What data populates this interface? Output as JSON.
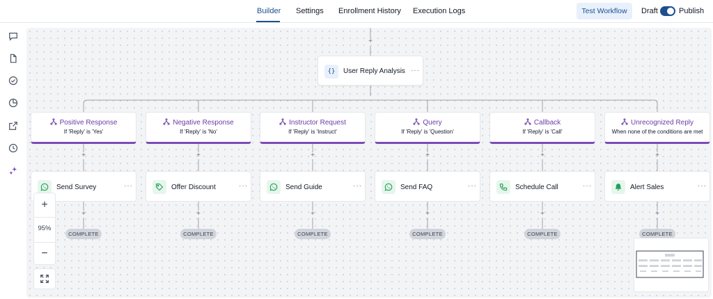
{
  "header": {
    "tabs": [
      {
        "label": "Builder",
        "active": true
      },
      {
        "label": "Settings"
      },
      {
        "label": "Enrollment History"
      },
      {
        "label": "Execution Logs"
      }
    ],
    "test_button": "Test Workflow",
    "draft_label": "Draft",
    "publish_label": "Publish",
    "publish_toggle_on": true
  },
  "sidebar": {
    "icons": [
      "chat-icon",
      "document-icon",
      "check-circle-icon",
      "pie-chart-icon",
      "external-link-icon",
      "history-icon",
      "sparkles-icon"
    ]
  },
  "root": {
    "label": "User Reply Analysis",
    "icon": "{}"
  },
  "branches": [
    {
      "title": "Positive Response",
      "condition": "If 'Reply' is 'Yes'",
      "action": "Send Survey",
      "action_icon": "whatsapp-icon",
      "end": "COMPLETE"
    },
    {
      "title": "Negative Response",
      "condition": "If 'Reply' is 'No'",
      "action": "Offer Discount",
      "action_icon": "tag-icon",
      "end": "COMPLETE"
    },
    {
      "title": "Instructor Request",
      "condition": "If 'Reply' is 'Instruct'",
      "action": "Send Guide",
      "action_icon": "whatsapp-icon",
      "end": "COMPLETE"
    },
    {
      "title": "Query",
      "condition": "If 'Reply' is 'Question'",
      "action": "Send FAQ",
      "action_icon": "whatsapp-icon",
      "end": "COMPLETE"
    },
    {
      "title": "Callback",
      "condition": "If 'Reply' is 'Call'",
      "action": "Schedule Call",
      "action_icon": "phone-icon",
      "end": "COMPLETE"
    },
    {
      "title": "Unrecognized Reply",
      "condition": "When none of the conditions are met",
      "action": "Alert Sales",
      "action_icon": "bell-icon",
      "end": "COMPLETE"
    }
  ],
  "zoom": {
    "in": "+",
    "value": "95%",
    "out": "−"
  },
  "colors": {
    "accent": "#1d4f91",
    "branch": "#7b4bb7",
    "action_icon_bg": "#e7f6ec",
    "action_icon": "#22a05a"
  }
}
